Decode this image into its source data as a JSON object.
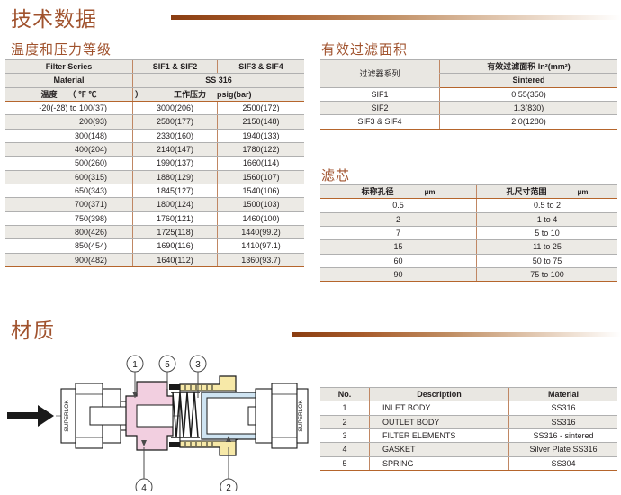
{
  "page": {
    "title": "技术数据"
  },
  "section_temp_pressure": {
    "title": "温度和压力等级",
    "header_row1": [
      "Filter Series",
      "SIF1 & SIF2",
      "SIF3 & SIF4"
    ],
    "header_row2": [
      "Material",
      "SS 316"
    ],
    "header_row3": {
      "temp_label": "温度",
      "temp_units": "（ ℉ ℃",
      "paren_close": "）",
      "pressure_label": "工作压力",
      "pressure_units": "psig(bar)"
    },
    "rows": [
      [
        "-20(-28) to 100(37)",
        "3000(206)",
        "2500(172)"
      ],
      [
        "200(93)",
        "2580(177)",
        "2150(148)"
      ],
      [
        "300(148)",
        "2330(160)",
        "1940(133)"
      ],
      [
        "400(204)",
        "2140(147)",
        "1780(122)"
      ],
      [
        "500(260)",
        "1990(137)",
        "1660(114)"
      ],
      [
        "600(315)",
        "1880(129)",
        "1560(107)"
      ],
      [
        "650(343)",
        "1845(127)",
        "1540(106)"
      ],
      [
        "700(371)",
        "1800(124)",
        "1500(103)"
      ],
      [
        "750(398)",
        "1760(121)",
        "1460(100)"
      ],
      [
        "800(426)",
        "1725(118)",
        "1440(99.2)"
      ],
      [
        "850(454)",
        "1690(116)",
        "1410(97.1)"
      ],
      [
        "900(482)",
        "1640(112)",
        "1360(93.7)"
      ]
    ]
  },
  "section_filter_area": {
    "title": "有效过滤面积",
    "header_series": "过滤器系列",
    "header_area": "有效过滤面积 In²(mm²)",
    "header_sintered": "Sintered",
    "rows": [
      [
        "SIF1",
        "0.55(350)"
      ],
      [
        "SIF2",
        "1.3(830)"
      ],
      [
        "SIF3 & SIF4",
        "2.0(1280)"
      ]
    ]
  },
  "section_element": {
    "title": "滤芯",
    "header_nominal": "标称孔径",
    "header_nominal_unit": "μm",
    "header_range": "孔尺寸范围",
    "header_range_unit": "μm",
    "rows": [
      [
        "0.5",
        "0.5 to 2"
      ],
      [
        "2",
        "1 to 4"
      ],
      [
        "7",
        "5 to 10"
      ],
      [
        "15",
        "11 to 25"
      ],
      [
        "60",
        "50 to 75"
      ],
      [
        "90",
        "75 to 100"
      ]
    ]
  },
  "section_material": {
    "title": "材质",
    "headers": [
      "No.",
      "Description",
      "Material"
    ],
    "rows": [
      [
        "1",
        "INLET BODY",
        "SS316"
      ],
      [
        "2",
        "OUTLET BODY",
        "SS316"
      ],
      [
        "3",
        "FILTER ELEMENTS",
        "SS316 - sintered"
      ],
      [
        "4",
        "GASKET",
        "Silver Plate SS316"
      ],
      [
        "5",
        "SPRING",
        "SS304"
      ]
    ]
  },
  "diagram": {
    "brand_left": "SUPERLOK",
    "brand_right": "SUPERLOK",
    "callouts": [
      "1",
      "5",
      "3",
      "4",
      "2"
    ],
    "colors": {
      "inlet_body": "#f2cfe0",
      "outlet_body": "#f7e9a8",
      "filter_element": "#cfe4f2",
      "spring": "#1a1a1a",
      "arrow": "#1a1a1a"
    }
  },
  "theme": {
    "accent": "#a0522d",
    "rule": "#b5652c",
    "header_bg": "#e9e7e2"
  }
}
